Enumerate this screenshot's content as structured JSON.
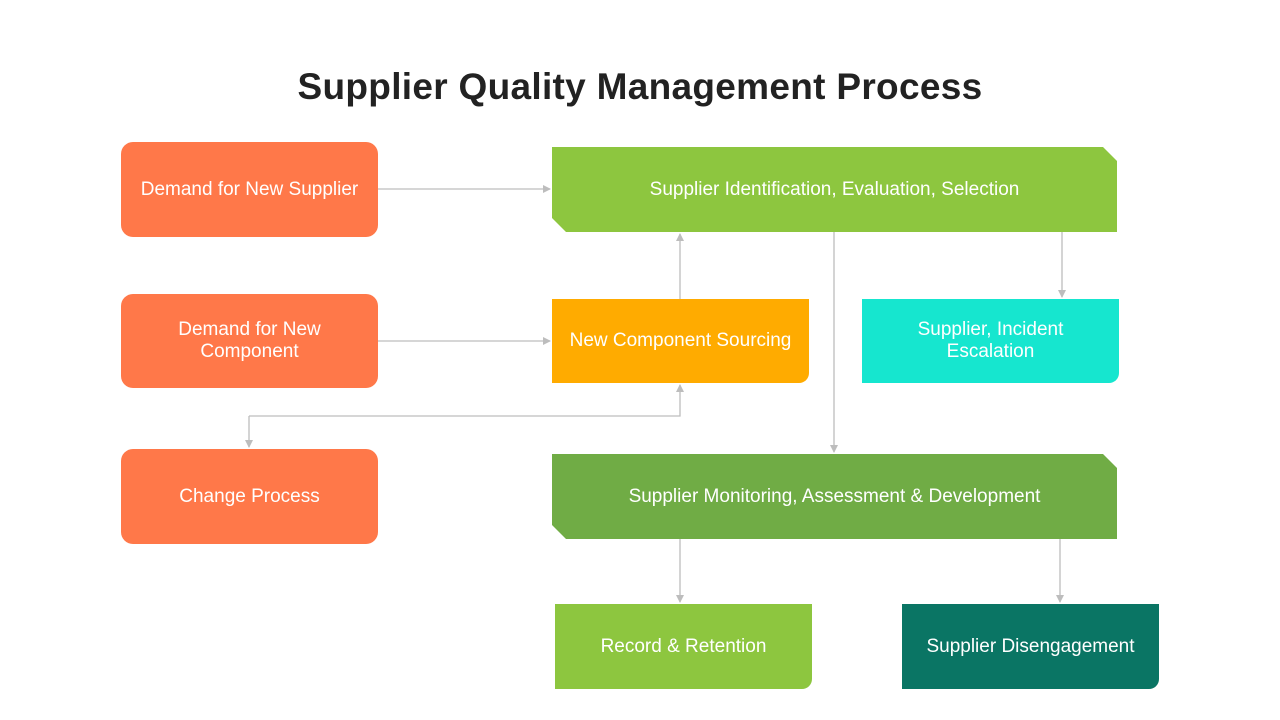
{
  "title": "Supplier Quality Management Process",
  "nodes": {
    "demand_supplier": "Demand for New Supplier",
    "demand_component": "Demand for New Component",
    "change_process": "Change Process",
    "identification": "Supplier Identification, Evaluation, Selection",
    "sourcing": "New Component Sourcing",
    "incident": "Supplier, Incident Escalation",
    "monitoring": "Supplier Monitoring, Assessment & Development",
    "record": "Record & Retention",
    "disengagement": "Supplier Disengagement"
  },
  "colors": {
    "orange": "#ff7849",
    "light_green": "#8dc63f",
    "amber": "#ffab00",
    "cyan": "#16e6cf",
    "mid_green": "#70ac45",
    "dark_teal": "#0a7564",
    "connector": "#bdbdbd"
  }
}
